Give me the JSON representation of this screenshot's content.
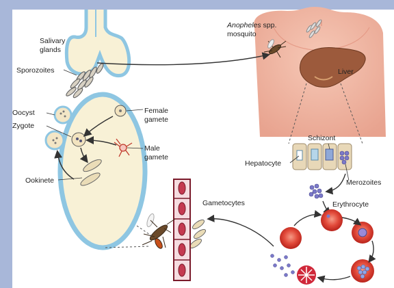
{
  "labels": {
    "salivary_glands": [
      "Salivary",
      "glands"
    ],
    "sporozoites": "Sporozoites",
    "oocyst": "Oocyst",
    "zygote": "Zygote",
    "female_gamete": [
      "Female",
      "gamete"
    ],
    "male_gamete": [
      "Male",
      "gamete"
    ],
    "ookinete": "Ookinete",
    "mosquito_species": "Anopheles",
    "mosquito_species_suffix": "spp.",
    "mosquito_word": "mosquito",
    "liver": "Liver",
    "schizont": "Schizont",
    "hepatocyte": "Hepatocyte",
    "merozoites": "Merozoites",
    "erythrocyte": "Erythrocyte",
    "gametocytes": "Gametocytes"
  },
  "colors": {
    "frame": "#a8b7d9",
    "skin": "#f1b7a3",
    "skin_shade": "#e59a86",
    "liver": "#9c5a3c",
    "rbc": "#d7382e",
    "rbc_light": "#f07a68",
    "midgut": "#f8f1d6",
    "midgut_border": "#8ec6e2",
    "parasite": "#7b79c9"
  }
}
